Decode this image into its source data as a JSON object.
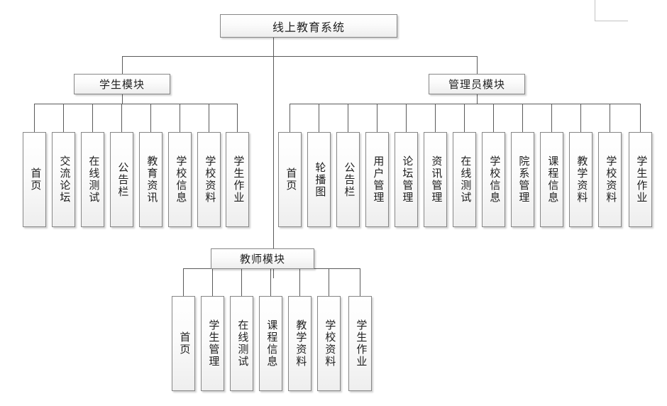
{
  "diagram": {
    "title": "线上教育系统",
    "type": "system-module-hierarchy",
    "root": {
      "label": "线上教育系统"
    },
    "modules": [
      {
        "id": "student",
        "label": "学生模块",
        "children": [
          {
            "label": "首页"
          },
          {
            "label": "交流论坛"
          },
          {
            "label": "在线测试"
          },
          {
            "label": "公告栏"
          },
          {
            "label": "教育资讯"
          },
          {
            "label": "学校信息"
          },
          {
            "label": "学校资料"
          },
          {
            "label": "学生作业"
          }
        ]
      },
      {
        "id": "admin",
        "label": "管理员模块",
        "children": [
          {
            "label": "首页"
          },
          {
            "label": "轮播图"
          },
          {
            "label": "公告栏"
          },
          {
            "label": "用户管理"
          },
          {
            "label": "论坛管理"
          },
          {
            "label": "资讯管理"
          },
          {
            "label": "在线测试"
          },
          {
            "label": "学校信息"
          },
          {
            "label": "院系管理"
          },
          {
            "label": "课程信息"
          },
          {
            "label": "教学资料"
          },
          {
            "label": "学校资料"
          },
          {
            "label": "学生作业"
          }
        ]
      },
      {
        "id": "teacher",
        "label": "教师模块",
        "children": [
          {
            "label": "首页"
          },
          {
            "label": "学生管理"
          },
          {
            "label": "在线测试"
          },
          {
            "label": "课程信息"
          },
          {
            "label": "教学资料"
          },
          {
            "label": "学校资料"
          },
          {
            "label": "学生作业"
          }
        ]
      }
    ],
    "colors": {
      "box_border": "#868686",
      "box_fill_top": "#ffffff",
      "box_fill_bottom": "#eeeeee",
      "connector": "#5a5a5a",
      "text": "#1f1f1f",
      "background": "#ffffff"
    }
  }
}
